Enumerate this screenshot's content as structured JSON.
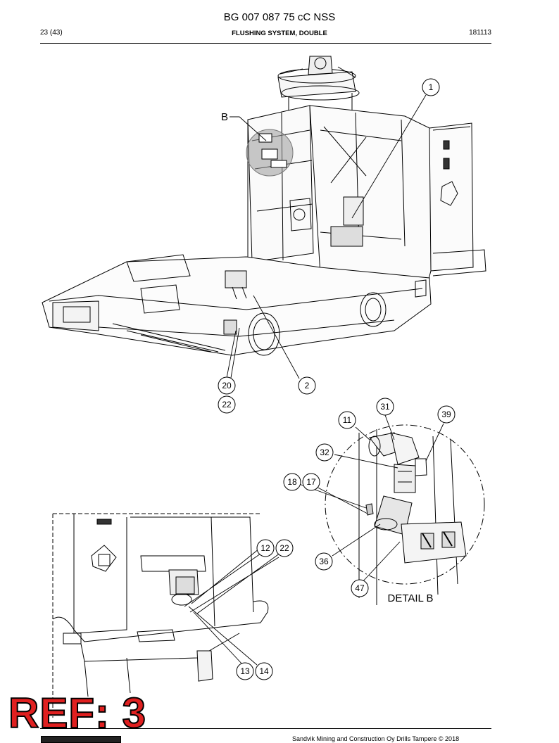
{
  "header": {
    "document_code": "BG 007 087 75 cC NSS",
    "page": "23 (43)",
    "section_title": "FLUSHING SYSTEM, DOUBLE",
    "date_code": "181113"
  },
  "main_view": {
    "view_label": "B",
    "callouts": [
      "1",
      "2",
      "20",
      "22"
    ]
  },
  "detail_b": {
    "caption": "DETAIL B",
    "callouts": [
      "31",
      "39",
      "11",
      "32",
      "18",
      "17",
      "36",
      "47"
    ]
  },
  "lower_view": {
    "callouts": [
      "12",
      "22",
      "13",
      "14"
    ]
  },
  "footer": {
    "copyright": "Sandvik Mining and Construction Oy Drills Tampere © 2018"
  },
  "stamp": {
    "text": "REF: 3",
    "color": "#e02020"
  }
}
